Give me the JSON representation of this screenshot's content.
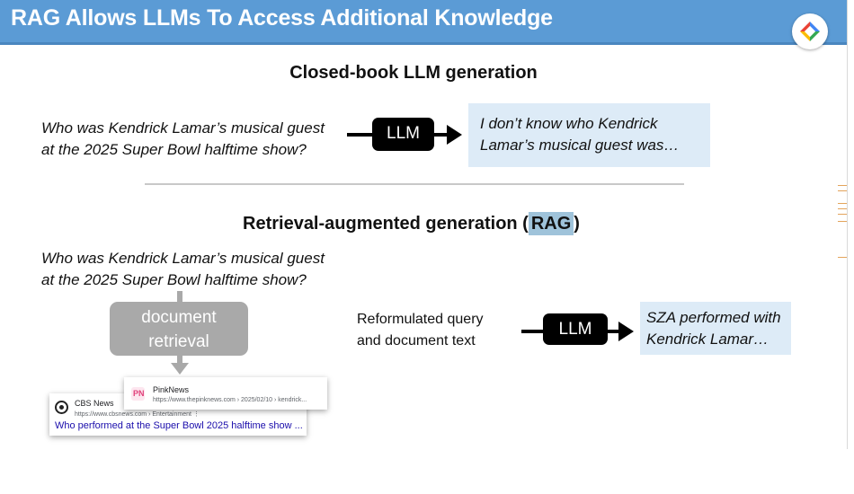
{
  "slide": {
    "title": "RAG Allows LLMs To Access Additional Knowledge",
    "logo_icon": "diamond-logo-icon"
  },
  "closed_book": {
    "heading": "Closed-book LLM generation",
    "question_line1": "Who was Kendrick Lamar’s musical guest",
    "question_line2": "at the 2025 Super Bowl halftime show?",
    "llm_label": "LLM",
    "answer_line1": "I don’t know who Kendrick",
    "answer_line2": "Lamar’s musical guest was…"
  },
  "rag": {
    "heading_prefix": "Retrieval-augmented generation (",
    "heading_highlight": "RAG",
    "heading_suffix": ")",
    "question_line1": "Who was Kendrick Lamar’s musical guest",
    "question_line2": "at the 2025 Super Bowl halftime show?",
    "retrieval_line1": "document",
    "retrieval_line2": "retrieval",
    "reformulated_line1": "Reformulated query",
    "reformulated_line2": "and document text",
    "llm_label": "LLM",
    "answer_line1": "SZA performed with",
    "answer_line2": "Kendrick Lamar…"
  },
  "search_results": [
    {
      "site": "CBS News",
      "url": "https://www.cbsnews.com › Entertainment  ⋮",
      "link": "Who performed at the Super Bowl 2025 halftime show ...",
      "favicon_icon": "cbs-eye-icon"
    },
    {
      "site": "PinkNews",
      "url": "https://www.thepinknews.com › 2025/02/10 › kendrick...",
      "favicon_icon": "pinknews-icon"
    }
  ],
  "colors": {
    "title_bar": "#5b9bd5",
    "answer_box": "#ddebf7",
    "rag_highlight": "#9fc3da",
    "retrieval_box": "#a9a9a9",
    "llm_box": "#000000"
  }
}
